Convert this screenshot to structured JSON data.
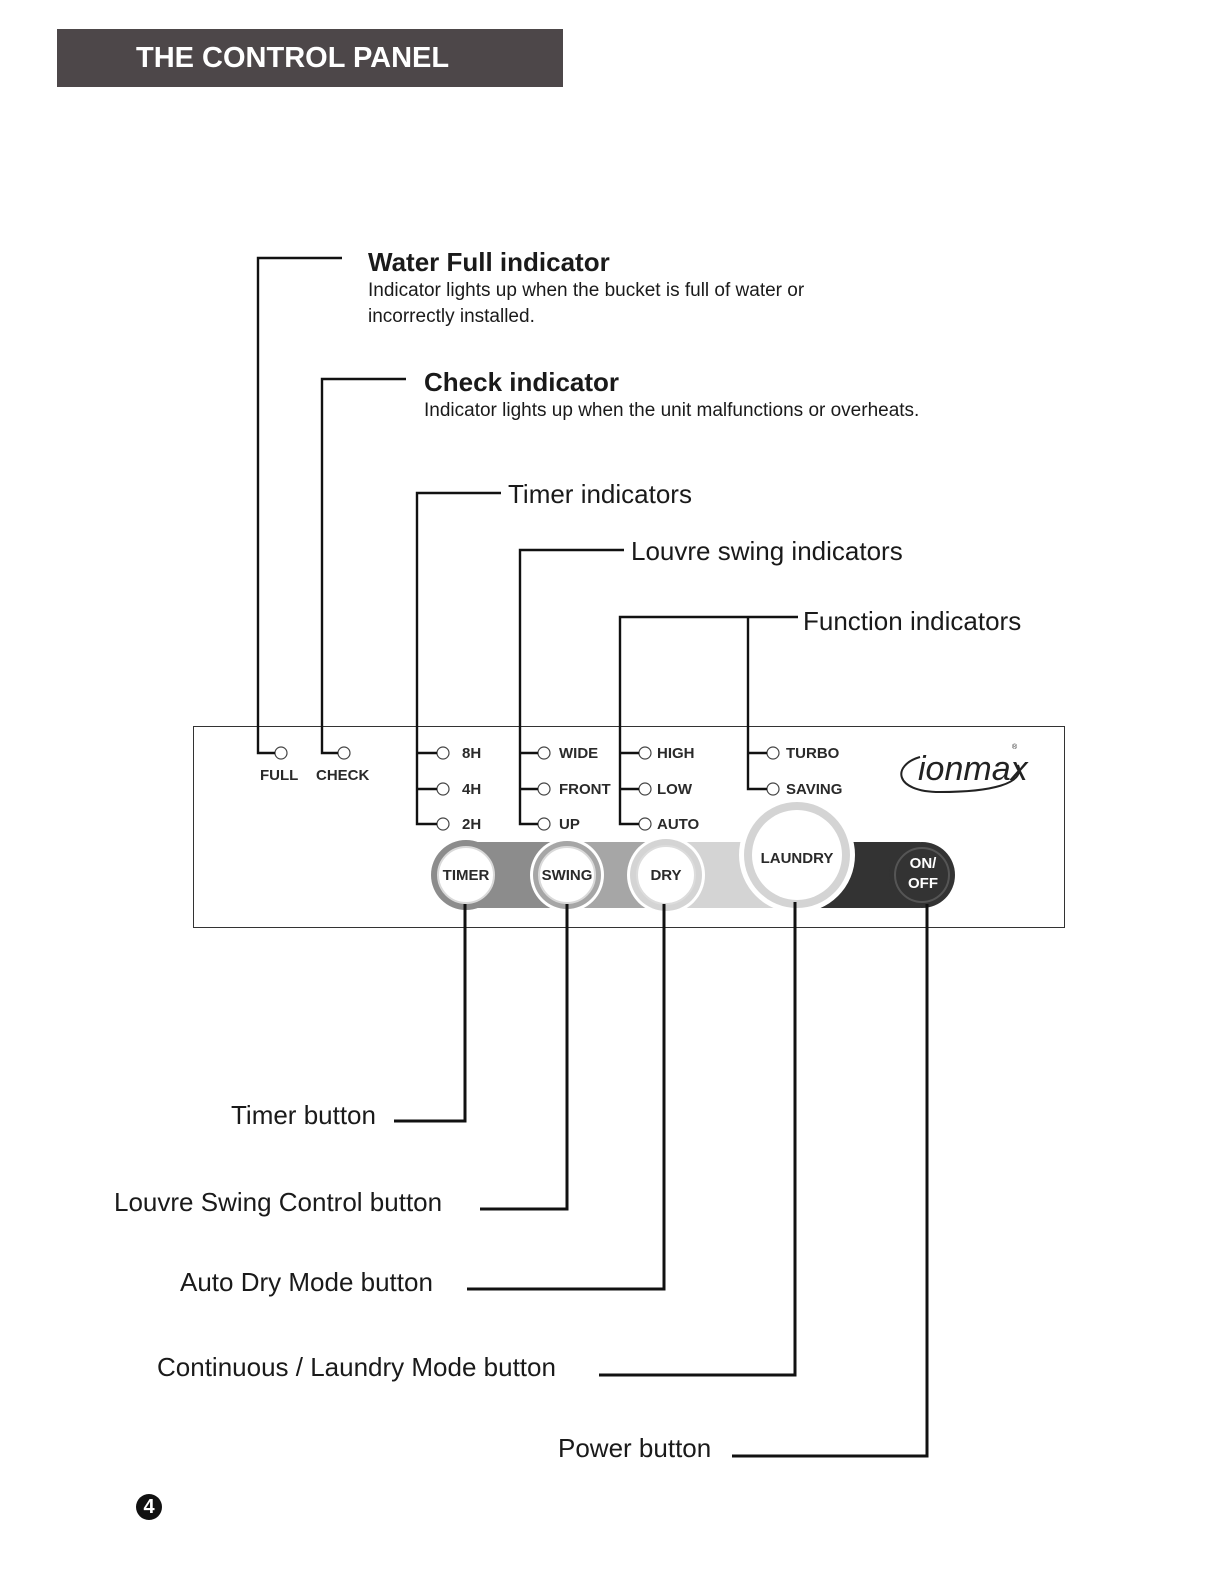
{
  "header": {
    "title": "THE CONTROL PANEL"
  },
  "callouts": {
    "water_full": {
      "title": "Water Full indicator",
      "description_line1": "Indicator lights up when the bucket is full of water or",
      "description_line2": "incorrectly installed."
    },
    "check": {
      "title": "Check indicator",
      "description": "Indicator lights up when the unit malfunctions or overheats."
    },
    "timer_indicators": "Timer indicators",
    "louvre_swing_indicators": "Louvre swing indicators",
    "function_indicators": "Function indicators"
  },
  "panel": {
    "status_leds": [
      "FULL",
      "CHECK"
    ],
    "timer_leds": [
      "8H",
      "4H",
      "2H"
    ],
    "swing_leds": [
      "WIDE",
      "FRONT",
      "UP"
    ],
    "function_leds_col1": [
      "HIGH",
      "LOW",
      "AUTO"
    ],
    "function_leds_col2": [
      "TURBO",
      "SAVING"
    ],
    "buttons": {
      "timer": "TIMER",
      "swing": "SWING",
      "dry": "DRY",
      "laundry": "LAUNDRY",
      "onoff_line1": "ON/",
      "onoff_line2": "OFF"
    },
    "logo": "ionmax",
    "icon": "registered-mark-icon"
  },
  "button_labels": {
    "timer": "Timer button",
    "swing": "Louvre Swing Control button",
    "dry": "Auto Dry Mode button",
    "laundry": "Continuous / Laundry Mode button",
    "power": "Power button"
  },
  "page_number": "4",
  "colors": {
    "header_bg": "#4d4749",
    "band_timer": "#8c8c8c",
    "band_swing": "#a6a6a6",
    "band_dry": "#d4d4d4",
    "band_onoff": "#333333"
  }
}
